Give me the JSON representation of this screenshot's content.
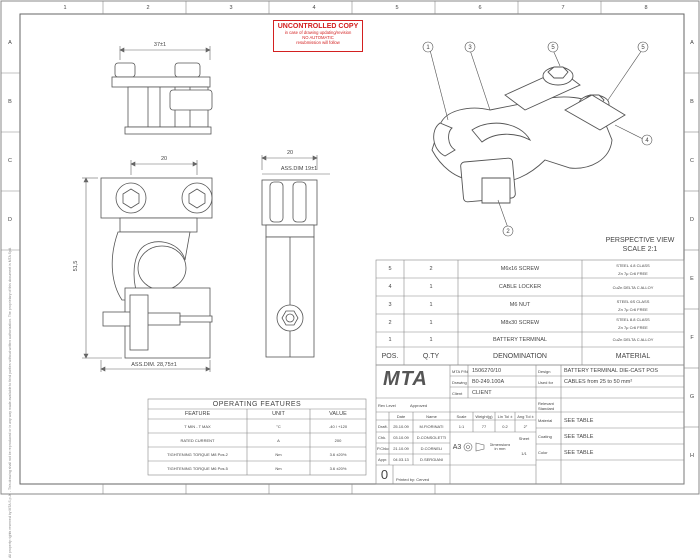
{
  "stamp": {
    "title": "UNCONTROLLED COPY",
    "line1": "in case of drawing updating/revision",
    "line2": "NO AUTOMATIC",
    "line3": "resubmission will follow"
  },
  "grid": {
    "cols": [
      "1",
      "2",
      "3",
      "4",
      "5",
      "6",
      "7",
      "8"
    ],
    "rows": [
      "A",
      "B",
      "C",
      "D",
      "E",
      "F",
      "G",
      "H"
    ]
  },
  "dims": {
    "top_width": "37±1",
    "front_20": "20",
    "side_20": "20",
    "ass_dim_19": "ASS.DIM 19±1",
    "height": "51,5",
    "ass_dim_28": "ASS.DIM. 28,75±1"
  },
  "perspective": {
    "title": "PERSPECTIVE VIEW",
    "scale": "SCALE 2:1",
    "balloons": [
      "1",
      "3",
      "5",
      "5",
      "4",
      "2"
    ]
  },
  "parts_list": {
    "rows": [
      {
        "pos": "5",
        "qty": "2",
        "denomination": "M6x16 SCREW",
        "material": [
          "STEEL 4.8 CLASS",
          "Zn 7μ   Cr6 FREE"
        ]
      },
      {
        "pos": "4",
        "qty": "1",
        "denomination": "CABLE LOCKER",
        "material": [
          "CuZn DELTA C ALLOY"
        ]
      },
      {
        "pos": "3",
        "qty": "1",
        "denomination": "M6 NUT",
        "material": [
          "STEEL 6S CLASS",
          "Zn 7μ   Cr6 FREE"
        ]
      },
      {
        "pos": "2",
        "qty": "1",
        "denomination": "M8x30 SCREW",
        "material": [
          "STEEL 8.8 CLASS",
          "Zn 7μ   Cr6 FREE"
        ]
      },
      {
        "pos": "1",
        "qty": "1",
        "denomination": "BATTERY TERMINAL",
        "material": [
          "CuZn DELTA C ALLOY"
        ]
      }
    ],
    "headers": {
      "pos": "POS.",
      "qty": "Q.TY",
      "denomination": "DENOMINATION",
      "material": "MATERIAL"
    }
  },
  "title_block": {
    "logo": "MTA",
    "pn_label": "MTA P/N",
    "pn": "1506270/10",
    "design_label": "Design",
    "design": "BATTERY TERMINAL DIE-CAST POS",
    "drawing_label": "Drawing N°",
    "drawing": "B0-249.100A",
    "used_label": "Used for",
    "used": "CABLES from 25 to 50 mm²",
    "client_label": "Client",
    "client": "CLIENT",
    "relevant_label": "Relevant Standard",
    "relevant": "",
    "material_label": "Material",
    "material": "SEE TABLE",
    "coating_label": "Coating",
    "coating": "SEE TABLE",
    "color_label": "Color",
    "color": "SEE TABLE",
    "format": "A3",
    "rev": "0",
    "rev_label_row": [
      "Rev Level",
      "Approved"
    ],
    "people_headers": [
      "",
      "Date",
      "Name"
    ],
    "people": [
      {
        "role": "Draft.",
        "date": "25.10.09",
        "name": "M.FIORINATI"
      },
      {
        "role": "Chk.",
        "date": "03.10.09",
        "name": "D.CONSOLETTI"
      },
      {
        "role": "P.Chkd.",
        "date": "21.10.09",
        "name": "D.CORNELI"
      },
      {
        "role": "Appr.",
        "date": "04.03.13",
        "name": "D.SERGIANI"
      }
    ],
    "scale_headers": [
      "Scale",
      "Weight(g)",
      "Lin Tol ±",
      "Ang Tol ±"
    ],
    "scale_values": [
      "1:1",
      "77",
      "0.2",
      "2°"
    ],
    "sheet_label": "Sheet",
    "sheet": "1/1",
    "dim_unit": "Dimensions in mm",
    "footer": "Printed by: Cerved"
  },
  "features": {
    "title": "OPERATING FEATURES",
    "headers": [
      "FEATURE",
      "UNIT",
      "VALUE"
    ],
    "rows": [
      [
        "T MIN - T MAX",
        "°C",
        "-40 / +120"
      ],
      [
        "RATED CURRENT",
        "A",
        "200"
      ],
      [
        "TIGHTENING TORQUE M8 Pos.2",
        "Nm",
        "3.6 ±20%"
      ],
      [
        "TIGHTENING TORQUE M6 Pos.5",
        "Nm",
        "3.6 ±20%"
      ]
    ]
  },
  "side_note": "All property rights reserved by MTA S.p.A. - This drawing shall not be reproduced or in any way made available to third parties without written authorization. The proprietary of this document is MTA SpA"
}
